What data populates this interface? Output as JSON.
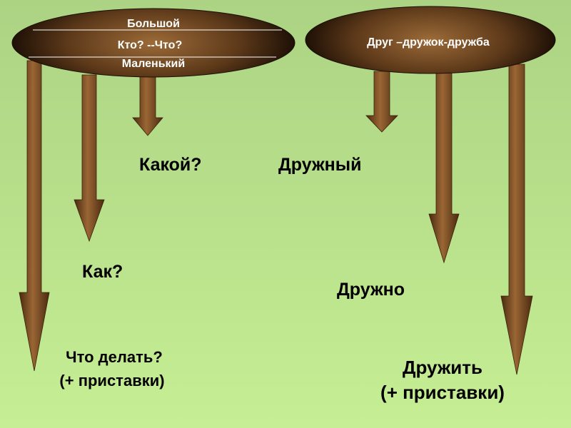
{
  "left_oval": {
    "lines": [
      "Большой",
      "Кто? --Что?",
      "Маленький"
    ]
  },
  "right_oval": {
    "text": "Друг –дружок-дружба"
  },
  "labels": {
    "kakoy": "Какой?",
    "druzhny": "Дружный",
    "kak": "Как?",
    "druzhno": "Дружно",
    "chto_delat": "Что делать?",
    "chto_delat_sub": "(+  приставки)",
    "druzhit": "Дружить",
    "druzhit_sub": "(+ приставки)"
  },
  "colors": {
    "background_top": "#abd383",
    "background_bottom": "#c6ee94",
    "arrow": "#7a4a22",
    "oval_center": "#9c6b38",
    "oval_edge": "#1e1006"
  }
}
